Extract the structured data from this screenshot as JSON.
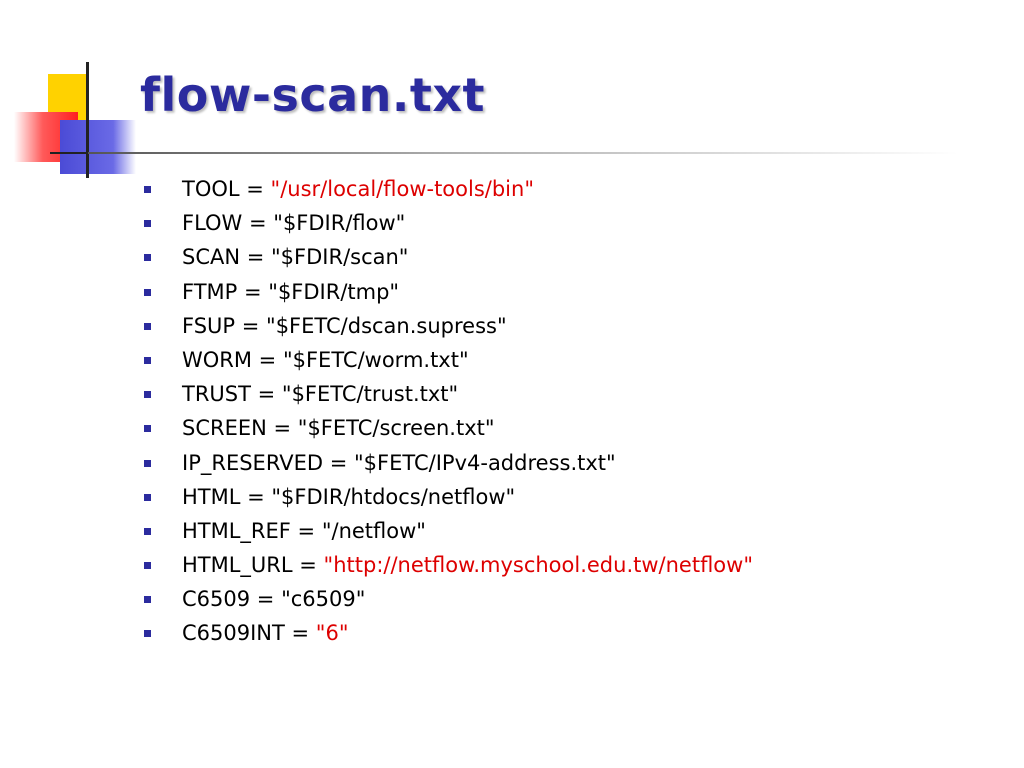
{
  "slide": {
    "title": "flow-scan.txt",
    "colors": {
      "title": "#2b2b9e",
      "bullet": "#2b2b9e",
      "highlight": "#dd0000",
      "text": "#000000"
    },
    "items": [
      {
        "key": "TOOL = ",
        "value": "\"/usr/local/flow-tools/bin\"",
        "highlight": true
      },
      {
        "key": "FLOW = ",
        "value": "\"$FDIR/flow\"",
        "highlight": false
      },
      {
        "key": "SCAN = ",
        "value": "\"$FDIR/scan\"",
        "highlight": false
      },
      {
        "key": "FTMP = ",
        "value": "\"$FDIR/tmp\"",
        "highlight": false
      },
      {
        "key": "FSUP = ",
        "value": "\"$FETC/dscan.supress\"",
        "highlight": false
      },
      {
        "key": "WORM = ",
        "value": "\"$FETC/worm.txt\"",
        "highlight": false
      },
      {
        "key": "TRUST = ",
        "value": "\"$FETC/trust.txt\"",
        "highlight": false
      },
      {
        "key": "SCREEN = ",
        "value": "\"$FETC/screen.txt\"",
        "highlight": false
      },
      {
        "key": "IP_RESERVED = ",
        "value": "\"$FETC/IPv4-address.txt\"",
        "highlight": false
      },
      {
        "key": "HTML = ",
        "value": "\"$FDIR/htdocs/netflow\"",
        "highlight": false
      },
      {
        "key": "HTML_REF = ",
        "value": "\"/netflow\"",
        "highlight": false
      },
      {
        "key": "HTML_URL = ",
        "value": "\"http://netflow.myschool.edu.tw/netflow\"",
        "highlight": true
      },
      {
        "key": "C6509 = ",
        "value": "\"c6509\"",
        "highlight": false
      },
      {
        "key": "C6509INT = ",
        "value": "\"6\"",
        "highlight": true
      }
    ]
  }
}
